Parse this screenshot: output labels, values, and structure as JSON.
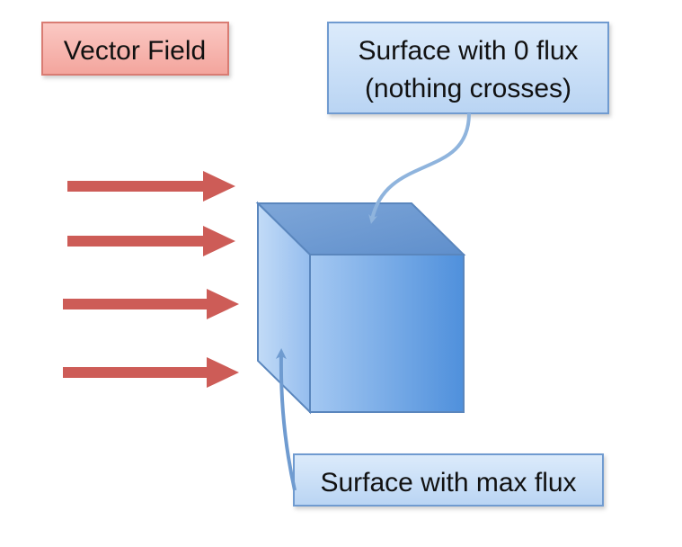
{
  "labels": {
    "vector_field": "Vector Field",
    "zero_flux_line1": "Surface with 0 flux",
    "zero_flux_line2": "(nothing crosses)",
    "max_flux": "Surface with max flux"
  },
  "colors": {
    "arrow": "#cd5c57",
    "vector_box_fill": "#f6b3ad",
    "vector_box_border": "#d97b73",
    "callout_fill": "#c5dcf5",
    "callout_border": "#6f9bd0",
    "connector": "#8fb4dd",
    "cube_front": "#5e9be0",
    "cube_left": "#a9cbf3",
    "cube_top": "#6b97cf",
    "cube_edge": "#5a86bd"
  },
  "diagram": {
    "arrow_count": 4,
    "cube_faces": [
      "top",
      "left",
      "front"
    ],
    "connectors": [
      "zero-flux-to-top-face",
      "max-flux-to-left-face"
    ]
  }
}
